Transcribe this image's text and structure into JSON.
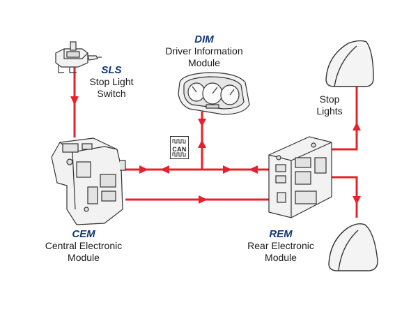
{
  "modules": {
    "dim": {
      "abbr": "DIM",
      "name_line1": "Driver Information",
      "name_line2": "Module"
    },
    "sls": {
      "abbr": "SLS",
      "name_line1": "Stop Light",
      "name_line2": "Switch"
    },
    "cem": {
      "abbr": "CEM",
      "name_line1": "Central Electronic",
      "name_line2": "Module"
    },
    "rem": {
      "abbr": "REM",
      "name_line1": "Rear Electronic",
      "name_line2": "Module"
    }
  },
  "stop_lights": {
    "line1": "Stop",
    "line2": "Lights"
  },
  "can_label": "CAN",
  "colors": {
    "signal_line": "#e8202a",
    "abbreviation": "#0f3a78",
    "component_outline": "#333333",
    "component_fill": "#f2f2f2"
  },
  "connections": [
    {
      "from": "SLS",
      "to": "CEM",
      "type": "wire"
    },
    {
      "from": "CEM",
      "to": "DIM",
      "type": "CAN"
    },
    {
      "from": "REM",
      "to": "DIM",
      "type": "CAN"
    },
    {
      "from": "CEM",
      "to": "REM",
      "type": "CAN"
    },
    {
      "from": "CEM",
      "to": "REM",
      "type": "wire"
    },
    {
      "from": "REM",
      "to": "Stop Lights",
      "type": "wire"
    }
  ]
}
